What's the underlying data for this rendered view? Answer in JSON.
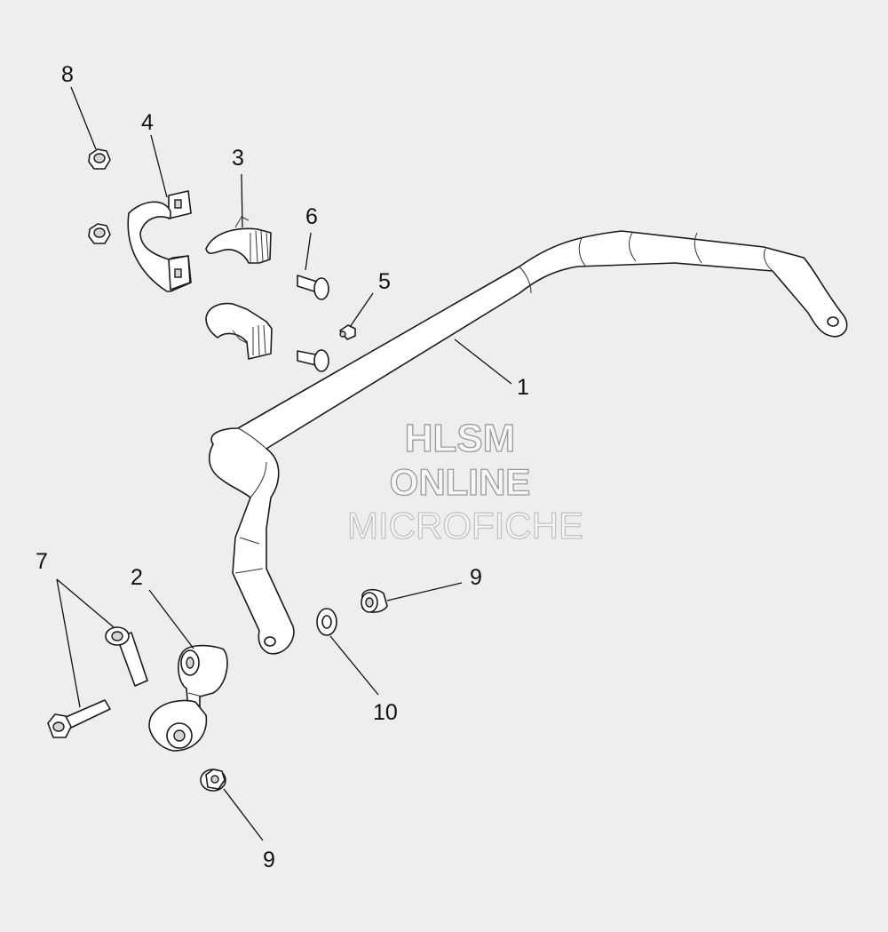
{
  "watermark": {
    "line1": "HLSM",
    "line2": "ONLINE",
    "line3": "MICROFICHE"
  },
  "callouts": [
    {
      "id": "c1",
      "label": "1"
    },
    {
      "id": "c2",
      "label": "2"
    },
    {
      "id": "c3",
      "label": "3"
    },
    {
      "id": "c4",
      "label": "4"
    },
    {
      "id": "c5",
      "label": "5"
    },
    {
      "id": "c6",
      "label": "6"
    },
    {
      "id": "c7",
      "label": "7"
    },
    {
      "id": "c8",
      "label": "8"
    },
    {
      "id": "c9a",
      "label": "9"
    },
    {
      "id": "c9b",
      "label": "9"
    },
    {
      "id": "c10",
      "label": "10"
    }
  ]
}
